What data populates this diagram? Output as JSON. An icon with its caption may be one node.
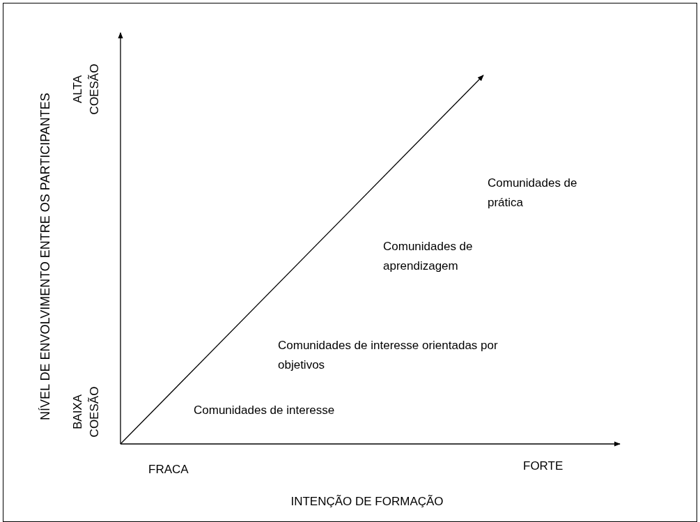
{
  "diagram": {
    "labels": [
      "NÍVEL DE ENVOLVIMENTO ENTRE OS PARTICIPANTES",
      "ALTA COESÃO",
      "Comunidades de prática",
      "Comunidades de aprendizagem",
      "Comunidades de interesse orientadas por objetivos",
      "BAIXA COESÃO",
      "Comunidades de interesse",
      "FRACA",
      "FORTE",
      "INTENÇÃO DE FORMAÇÃO"
    ]
  }
}
